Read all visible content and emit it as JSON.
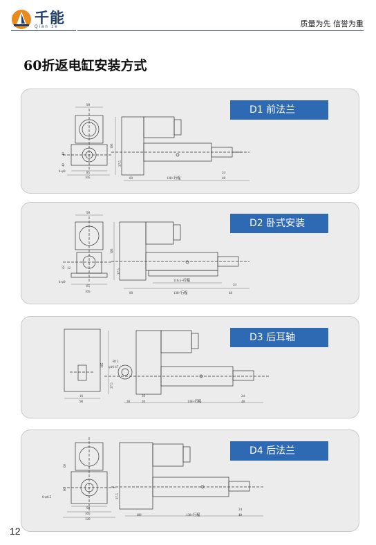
{
  "header": {
    "logo_text": "千能",
    "logo_sub": "Qian ze",
    "slogan": "质量为先 信誉为重"
  },
  "title": "60折返电缸安装方式",
  "cards": [
    {
      "badge": "D1  前法兰",
      "dims": {
        "a": "90",
        "b": "165",
        "c": "40",
        "d": "40",
        "e": "85",
        "f": "105",
        "g": "4-φ9",
        "h": "37.5",
        "i": "60",
        "j": "138+行程",
        "k": "24",
        "l": "48"
      }
    },
    {
      "badge": "D2  卧式安装",
      "dims": {
        "a": "90",
        "b": "165",
        "c": "42",
        "d": "12",
        "e": "85",
        "f": "105",
        "g": "4-φ9",
        "h": "37.5",
        "i": "60",
        "j": "116.5+行程",
        "k": "138+行程",
        "l": "48",
        "m": "24"
      }
    },
    {
      "badge": "D3  后耳轴",
      "dims": {
        "a": "165",
        "b": "R15",
        "c": "φ16 h7",
        "d": "37.5",
        "e": "16",
        "f": "90",
        "g": "30",
        "h": "20",
        "i": "10",
        "j": "138+行程",
        "k": "24",
        "l": "48"
      }
    },
    {
      "badge": "D4  后法兰",
      "dims": {
        "a": "60",
        "b": "60",
        "c": "6-φ6.5",
        "d": "90",
        "e": "105",
        "f": "120",
        "g": "37.5",
        "h": "180",
        "i": "138+行程",
        "j": "24",
        "k": "48"
      }
    }
  ],
  "page_number": "12"
}
